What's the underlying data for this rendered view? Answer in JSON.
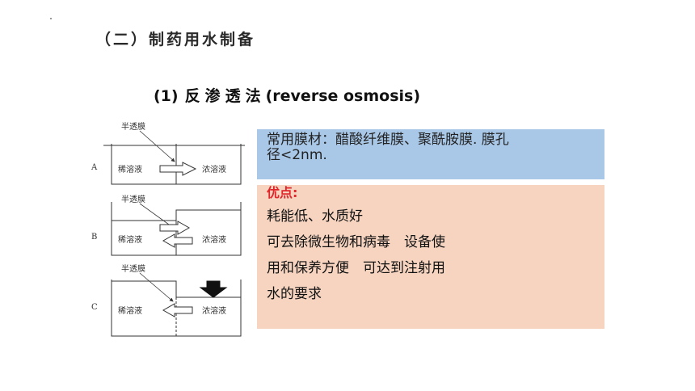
{
  "heading": "（二）制药用水制备",
  "subheading": {
    "number": "(1)",
    "chinese": "反渗透法",
    "english": "(reverse osmosis)"
  },
  "diagram": {
    "rows": [
      {
        "label": "A",
        "membrane": "半透膜",
        "dilute": "稀溶液",
        "concentrated": "浓溶液"
      },
      {
        "label": "B",
        "membrane": "半透膜",
        "dilute": "稀溶液",
        "concentrated": "浓溶液"
      },
      {
        "label": "C",
        "membrane": "半透膜",
        "dilute": "稀溶液",
        "concentrated": "浓溶液"
      }
    ]
  },
  "membrane_info": {
    "line1": "常用膜材：醋酸纤维膜、聚酰胺膜. 膜孔",
    "line2": "径<2nm."
  },
  "advantages": {
    "title": "优点:",
    "lines": [
      "耗能低、水质好",
      "可去除微生物和病毒　设备使",
      "用和保养方便　可达到注射用",
      "水的要求"
    ]
  }
}
